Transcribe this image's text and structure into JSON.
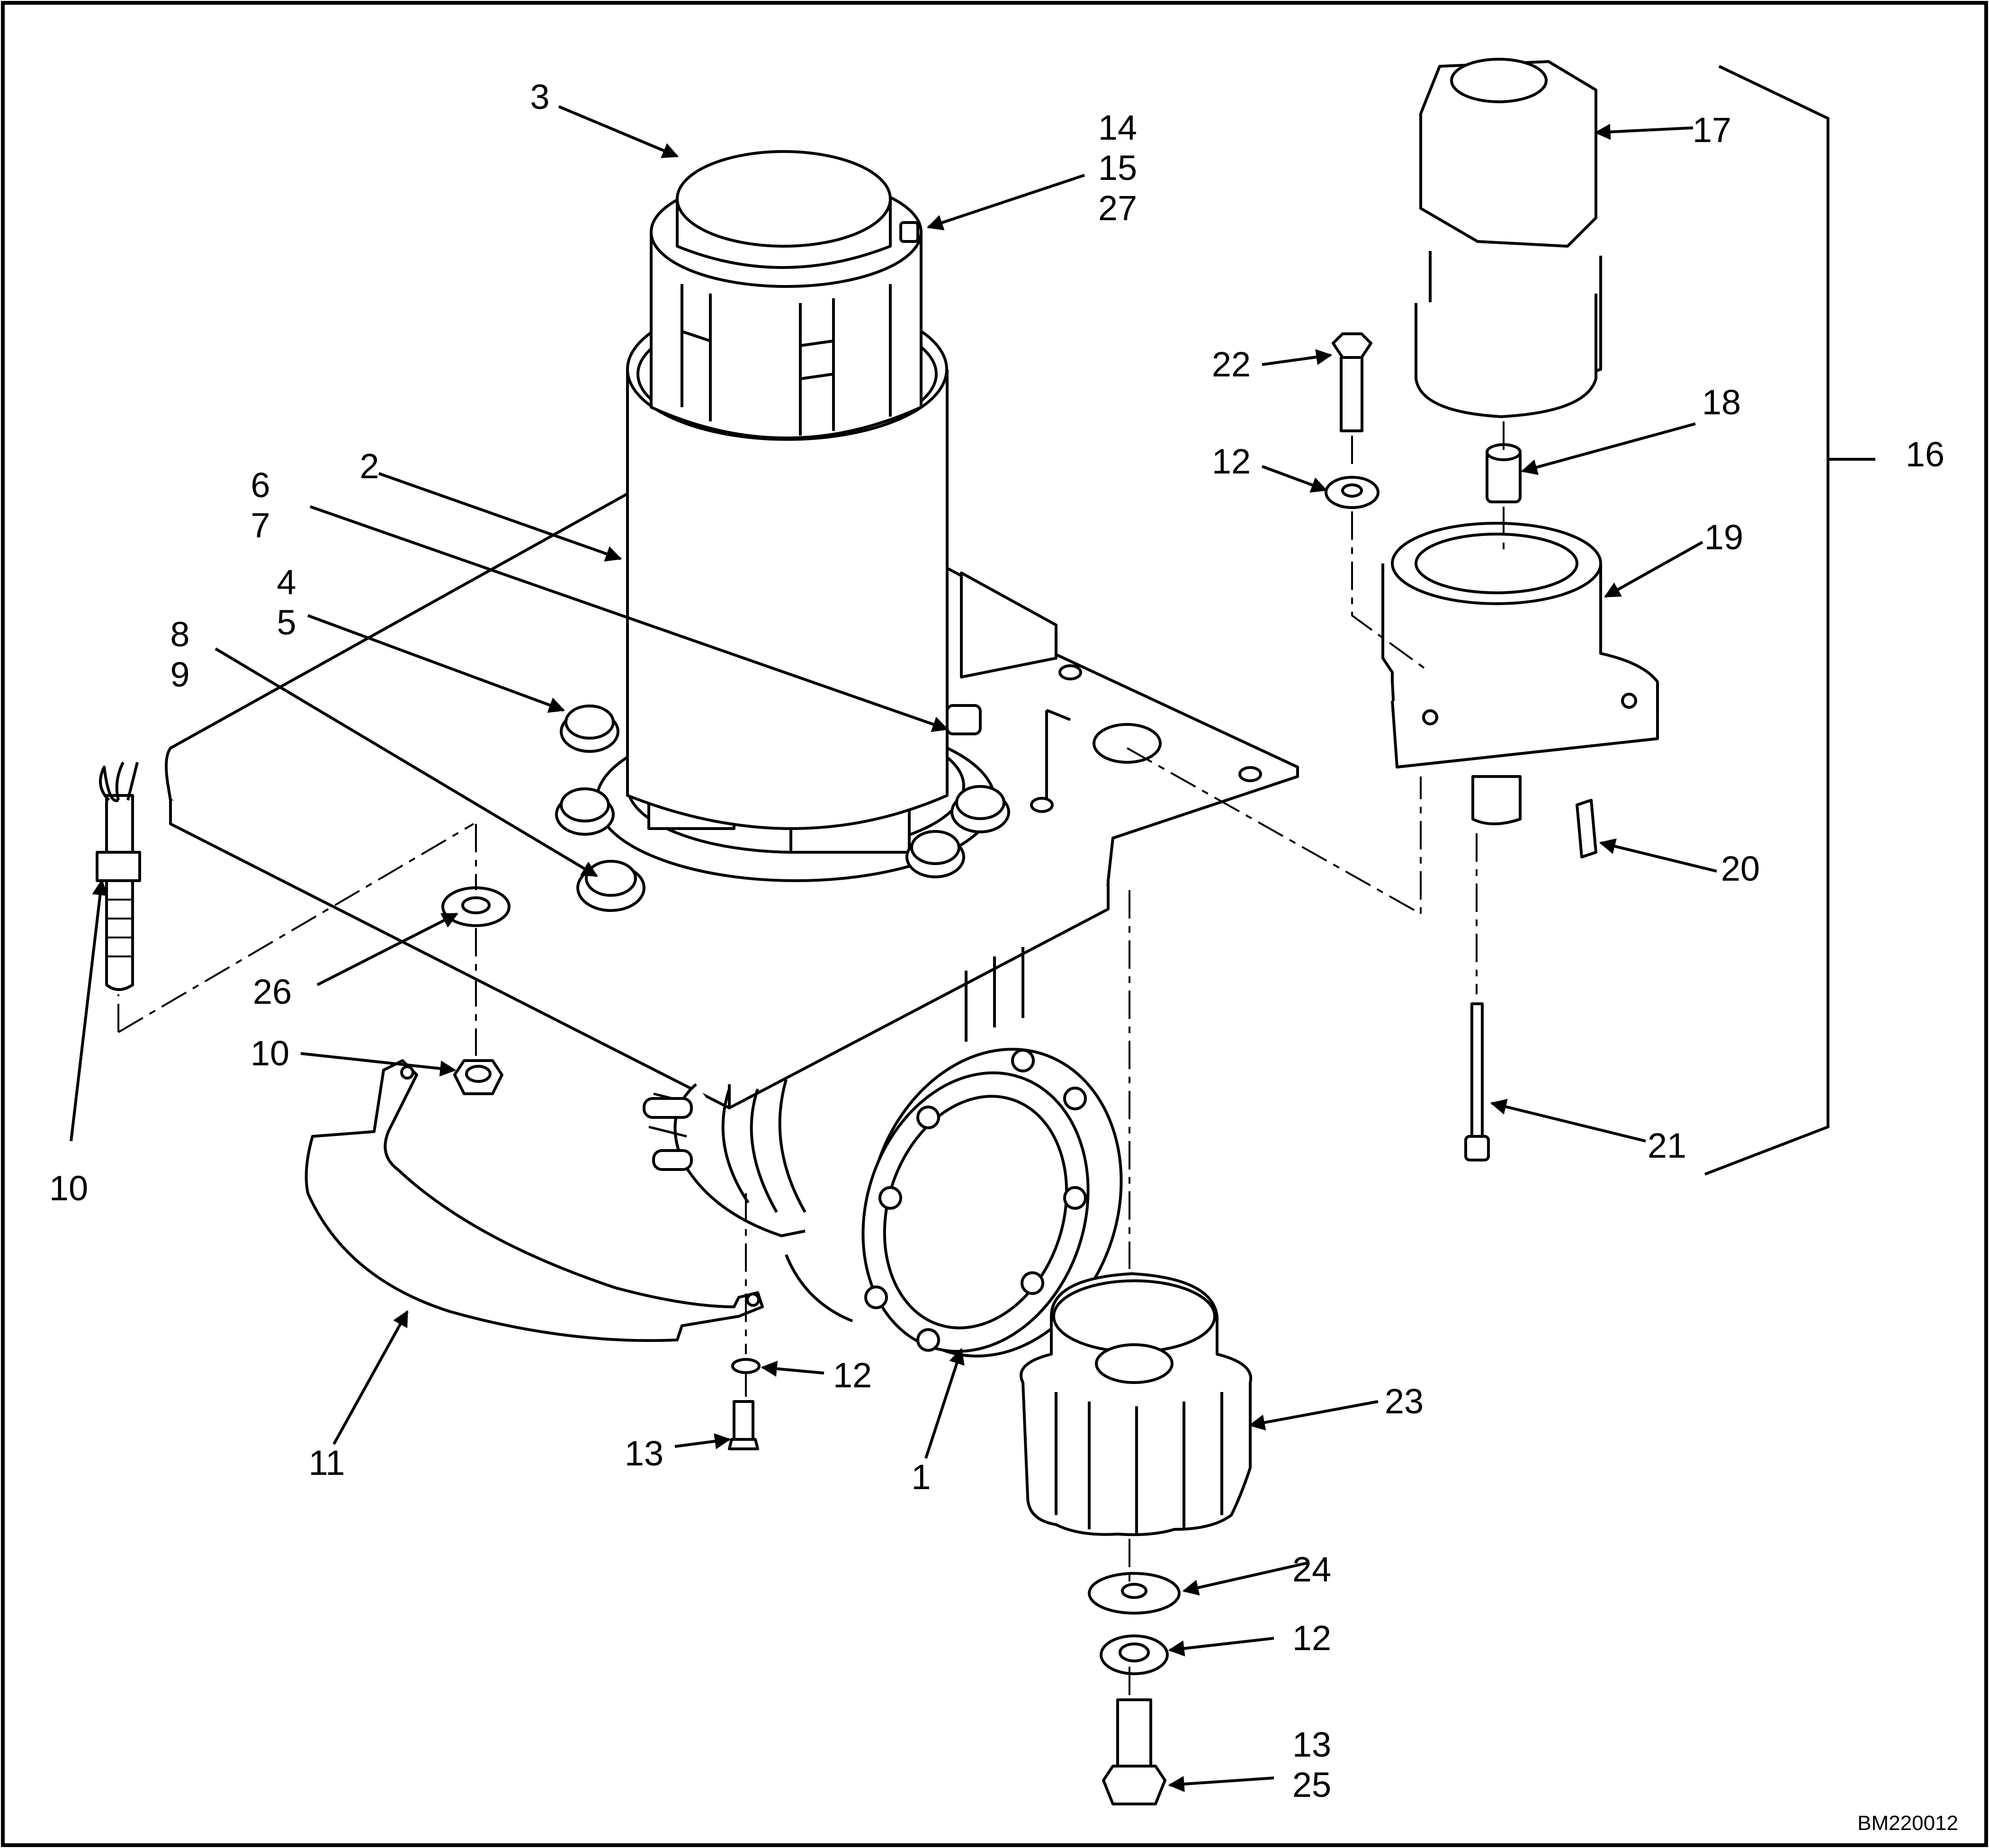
{
  "figure_id": "BM220012",
  "callouts": {
    "c1": "1",
    "c2": "2",
    "c3": "3",
    "c4_5": [
      "4",
      "5"
    ],
    "c6_7": [
      "6",
      "7"
    ],
    "c8_9": [
      "8",
      "9"
    ],
    "c10a": "10",
    "c10b": "10",
    "c11": "11",
    "c12a": "12",
    "c12b": "12",
    "c12c": "12",
    "c13a": "13",
    "c13_25": [
      "13",
      "25"
    ],
    "c14_15_27": [
      "14",
      "15",
      "27"
    ],
    "c16": "16",
    "c17": "17",
    "c18": "18",
    "c19": "19",
    "c20": "20",
    "c21": "21",
    "c22": "22",
    "c23": "23",
    "c24": "24",
    "c26": "26"
  }
}
